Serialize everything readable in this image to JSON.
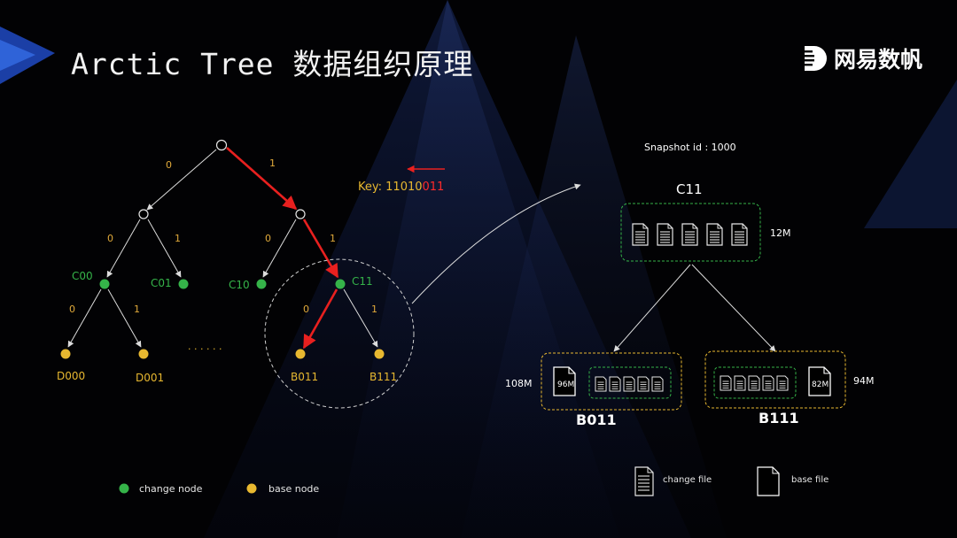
{
  "header": {
    "title": "Arctic Tree 数据组织原理",
    "brand": "网易数帆"
  },
  "tree": {
    "edge_labels": {
      "root_left": "0",
      "root_right": "1",
      "l_left": "0",
      "l_right": "1",
      "r_left": "0",
      "r_right": "1",
      "c00_left": "0",
      "c00_right": "1",
      "c11_left": "0",
      "c11_right": "1"
    },
    "nodes": {
      "c00": "C00",
      "c01": "C01",
      "c10": "C10",
      "c11": "C11",
      "d000": "D000",
      "d001": "D001",
      "b011": "B011",
      "b111": "B111"
    },
    "ellipsis": "· · · · · ·",
    "key_label": "Key:",
    "key_prefix": "11010",
    "key_highlight": "011"
  },
  "detail": {
    "snapshot": "Snapshot id : 1000",
    "top_group": "C11",
    "top_size": "12M",
    "left_group": "B011",
    "left_size": "108M",
    "left_base_size": "96M",
    "right_group": "B111",
    "right_size": "94M",
    "right_base_size": "82M"
  },
  "legend": {
    "change_node": "change  node",
    "base_node": "base  node",
    "change_file": "change file",
    "base_file": "base file"
  },
  "colors": {
    "change_green": "#35b349",
    "base_yellow": "#e8b830",
    "path_red": "#e8201f",
    "line_white": "#dcdcdc"
  }
}
